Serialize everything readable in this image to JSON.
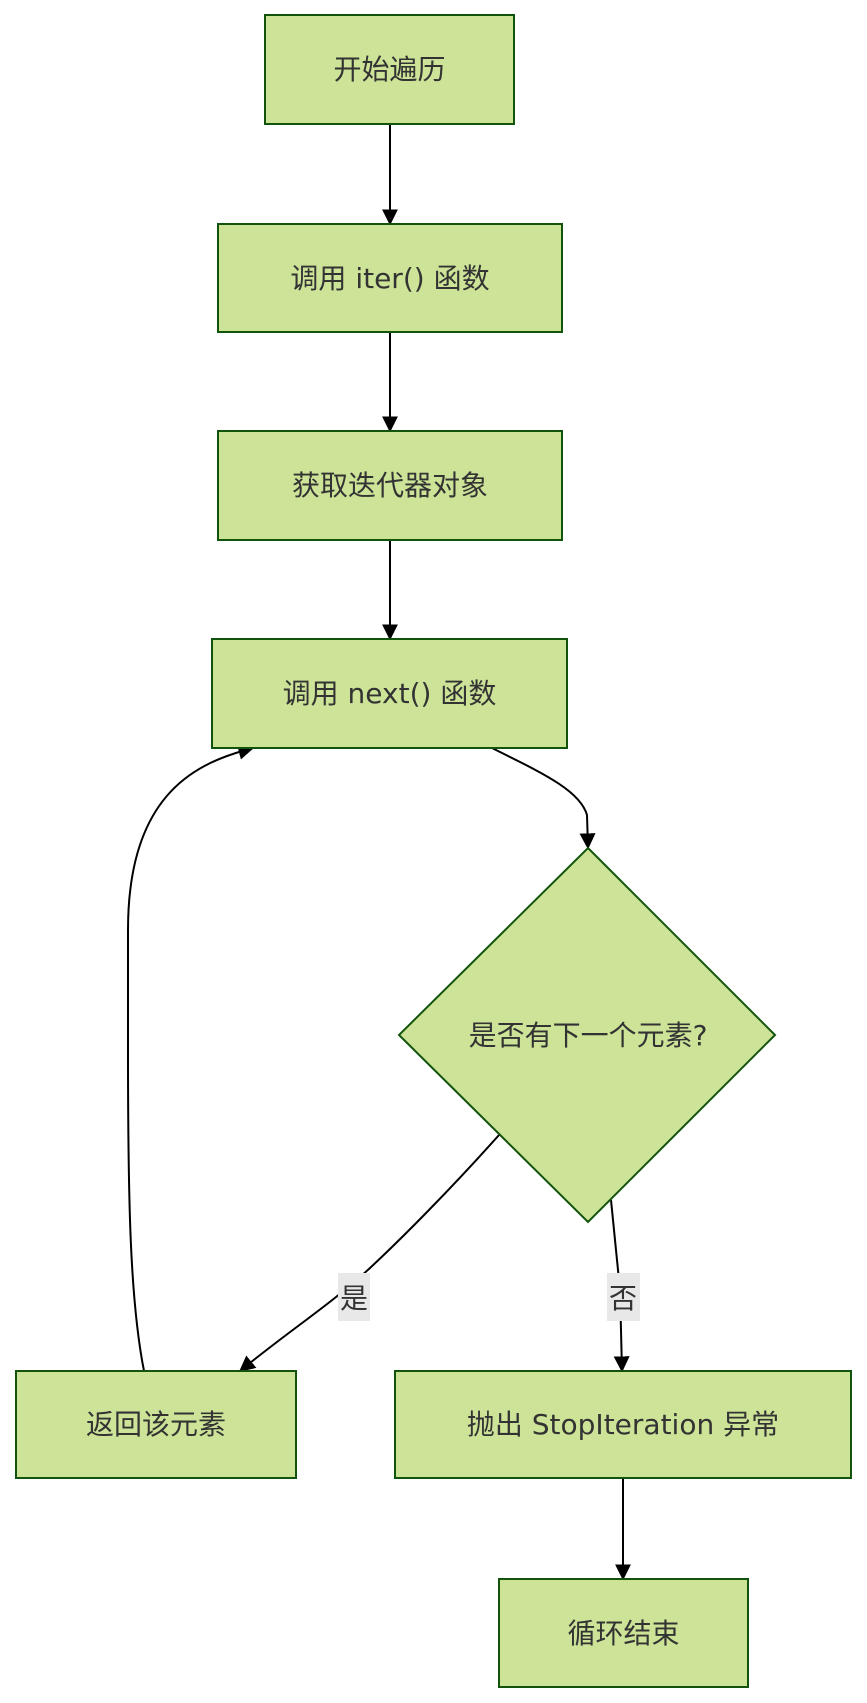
{
  "diagram": {
    "type": "flowchart",
    "colors": {
      "node_fill": "#cde498",
      "node_stroke": "#13540c",
      "text": "#333333",
      "edge": "#000000",
      "edge_label_bg": "#e8e8e8"
    },
    "nodes": [
      {
        "id": "start",
        "shape": "rect",
        "label": "开始遍历"
      },
      {
        "id": "call_iter",
        "shape": "rect",
        "label": "调用 iter() 函数"
      },
      {
        "id": "get_iterator",
        "shape": "rect",
        "label": "获取迭代器对象"
      },
      {
        "id": "call_next",
        "shape": "rect",
        "label": "调用 next() 函数"
      },
      {
        "id": "has_next",
        "shape": "diamond",
        "label": "是否有下一个元素?"
      },
      {
        "id": "return_elem",
        "shape": "rect",
        "label": "返回该元素"
      },
      {
        "id": "raise_stop",
        "shape": "rect",
        "label": "抛出 StopIteration 异常"
      },
      {
        "id": "loop_end",
        "shape": "rect",
        "label": "循环结束"
      }
    ],
    "edges": [
      {
        "from": "start",
        "to": "call_iter",
        "label": ""
      },
      {
        "from": "call_iter",
        "to": "get_iterator",
        "label": ""
      },
      {
        "from": "get_iterator",
        "to": "call_next",
        "label": ""
      },
      {
        "from": "call_next",
        "to": "has_next",
        "label": ""
      },
      {
        "from": "has_next",
        "to": "return_elem",
        "label": "是"
      },
      {
        "from": "has_next",
        "to": "raise_stop",
        "label": "否"
      },
      {
        "from": "return_elem",
        "to": "call_next",
        "label": ""
      },
      {
        "from": "raise_stop",
        "to": "loop_end",
        "label": ""
      }
    ]
  }
}
